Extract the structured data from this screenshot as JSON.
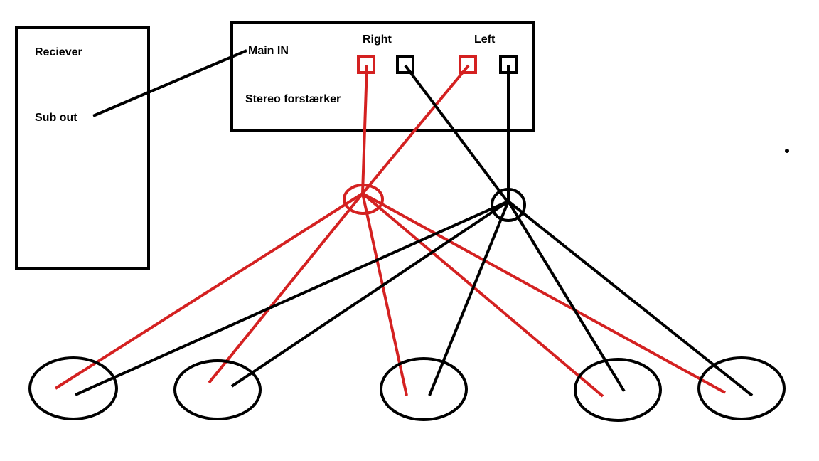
{
  "labels": {
    "receiver": "Reciever",
    "sub_out": "Sub out",
    "main_in": "Main IN",
    "amplifier": "Stereo forstærker",
    "right": "Right",
    "left": "Left"
  },
  "colors": {
    "wire_right": "#d42121",
    "wire_left": "#000000",
    "outline": "#000000"
  },
  "speaker_count": 5
}
